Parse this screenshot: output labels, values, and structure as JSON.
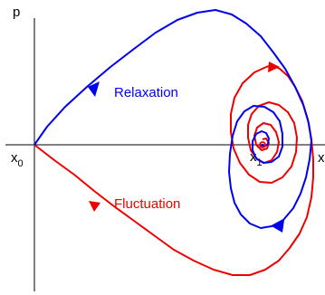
{
  "axes": {
    "vertical_label": "p",
    "horizontal_label": "x"
  },
  "points": {
    "origin_label": "x",
    "origin_sub": "0",
    "fixed_label": "x",
    "fixed_sub": "1"
  },
  "curves": {
    "relaxation": {
      "label": "Relaxation",
      "color": "#0000ee"
    },
    "fluctuation": {
      "label": "Fluctuation",
      "color": "#ee0000"
    }
  },
  "colors": {
    "axis": "#000000"
  }
}
